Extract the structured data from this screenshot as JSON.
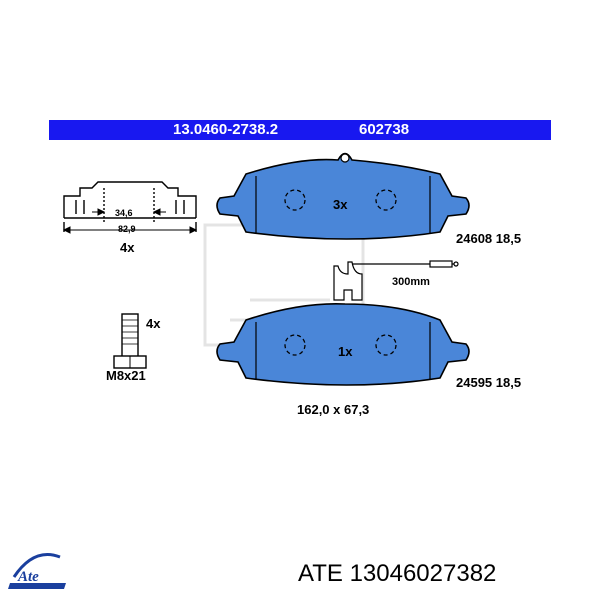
{
  "header": {
    "part_number": "13.0460-2738.2",
    "code": "602738"
  },
  "annotations": {
    "clip_inner_width": "34,6",
    "clip_outer_width": "82,9",
    "clip_qty": "4x",
    "bolt_qty": "4x",
    "bolt_size": "M8x21",
    "pad_top_qty": "3x",
    "pad_top_spec": "24608 18,5",
    "sensor_length": "300mm",
    "pad_bottom_qty": "1x",
    "pad_bottom_spec": "24595 18,5",
    "pad_dimensions": "162,0 x 67,3"
  },
  "footer": {
    "text": "ATE 13046027382",
    "logo_text": "Ate"
  },
  "colors": {
    "header_bg": "#1818f0",
    "pad_fill": "#4a86d8",
    "logo_blue": "#1a3f9e"
  }
}
